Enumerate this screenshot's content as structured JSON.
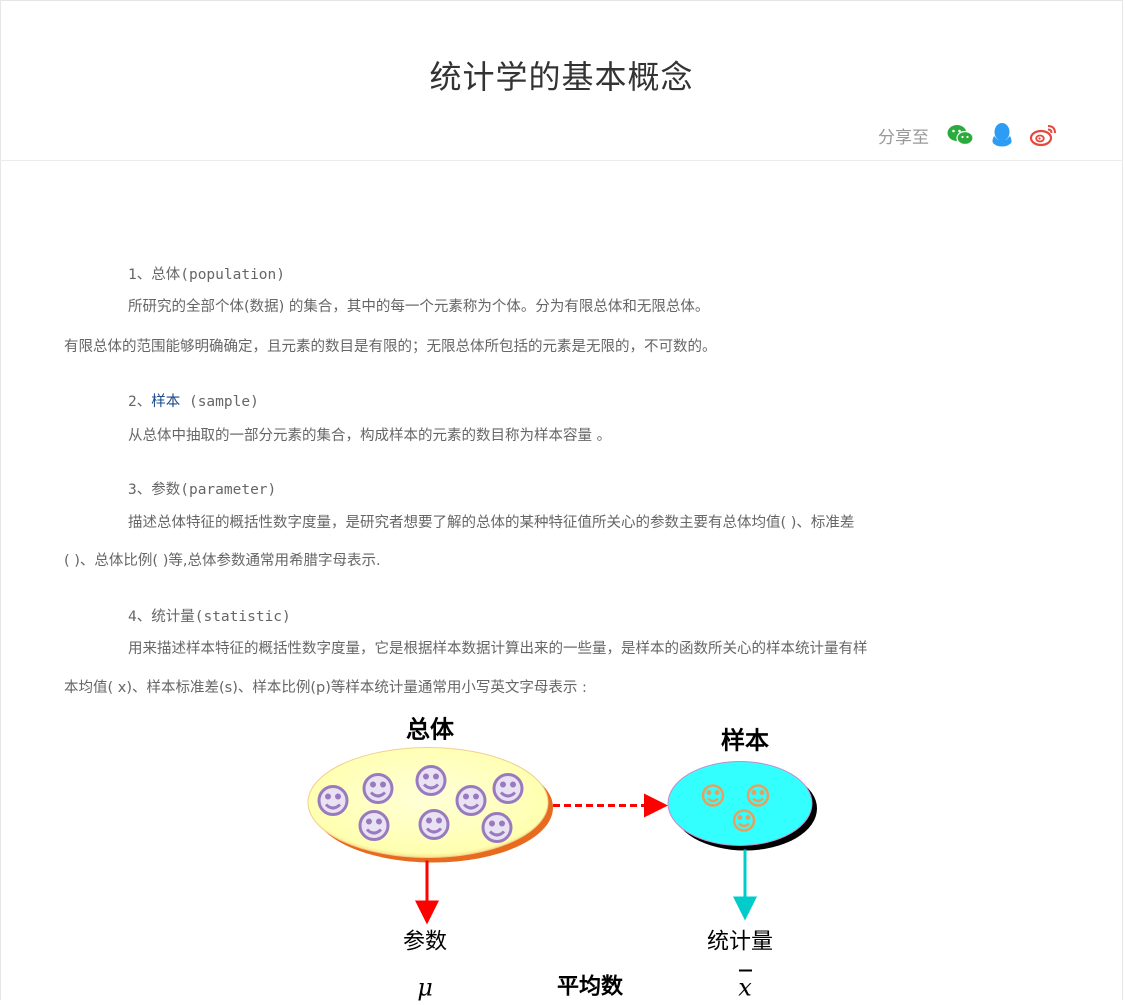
{
  "article": {
    "title": "统计学的基本概念"
  },
  "share": {
    "label": "分享至",
    "icons": [
      "wechat-icon",
      "qq-icon",
      "weibo-icon"
    ],
    "colors": {
      "wechat": "#2bab3e",
      "qq": "#2d9cf4",
      "weibo": "#e5483e"
    }
  },
  "sections": {
    "s1": {
      "heading": "1、总体(population)",
      "line1": "所研究的全部个体(数据) 的集合，其中的每一个元素称为个体。分为有限总体和无限总体。",
      "line2": "有限总体的范围能够明确确定，且元素的数目是有限的；无限总体所包括的元素是无限的，不可数的。"
    },
    "s2": {
      "heading_prefix": "2、",
      "heading_link": "样本",
      "heading_suffix": " (sample)",
      "line1": "从总体中抽取的一部分元素的集合，构成样本的元素的数目称为样本容量 。"
    },
    "s3": {
      "heading": "3、参数(parameter)",
      "line1": "描述总体特征的概括性数字度量，是研究者想要了解的总体的某种特征值所关心的参数主要有总体均值(  )、标准差",
      "line2": "(  )、总体比例(  )等,总体参数通常用希腊字母表示."
    },
    "s4": {
      "heading": "4、统计量(statistic)",
      "line1": "用来描述样本特征的概括性数字度量，它是根据样本数据计算出来的一些量，是样本的函数所关心的样本统计量有样",
      "line2": "本均值(  x)、样本标准差(s)、样本比例(p)等样本统计量通常用小写英文字母表示 :"
    }
  },
  "diagram": {
    "population_label": "总体",
    "sample_label": "样本",
    "parameter_label": "参数",
    "statistic_label": "统计量",
    "mean_label": "平均数",
    "mu_symbol": "μ",
    "xbar_symbol": "x",
    "colors": {
      "population_fill": "#ffffc0",
      "population_edge": "#e86a1e",
      "sample_fill": "#33ffff",
      "face": "#9a7abf",
      "sample_face": "#e6a060",
      "arrow_pop": "#ff0000",
      "arrow_sample": "#00cccc"
    }
  }
}
